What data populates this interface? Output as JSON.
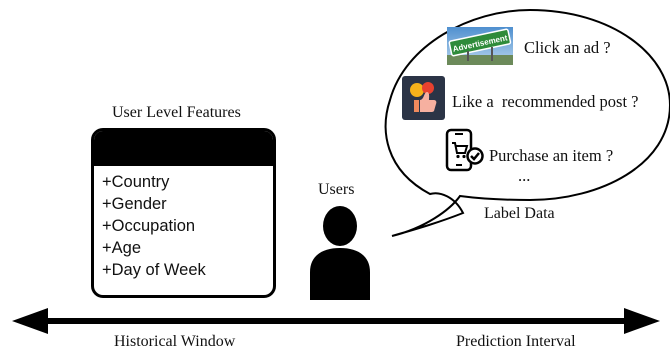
{
  "features": {
    "title": "User Level Features",
    "items": [
      "+Country",
      "+Gender",
      "+Occupation",
      "+Age",
      "+Day of Week",
      "..."
    ]
  },
  "users_label": "Users",
  "label_data": {
    "caption": "Label Data",
    "questions": {
      "ad": "Click an ad ?",
      "like": "Like a  recommended post ?",
      "purchase": "Purchase an item ?",
      "more": "..."
    },
    "billboard_text": "Advertisement"
  },
  "timeline": {
    "historical": "Historical Window",
    "prediction": "Prediction Interval"
  },
  "icons": [
    "billboard-icon",
    "like-post-icon",
    "shopping-phone-icon",
    "user-silhouette-icon",
    "speech-bubble"
  ],
  "colors": {
    "ink": "#000000",
    "billboard_green": "#2e8b3a",
    "sky_blue": "#7aaed8",
    "like_yellow": "#f6b21b",
    "like_red": "#e8412f",
    "app_dark": "#2b3446"
  }
}
